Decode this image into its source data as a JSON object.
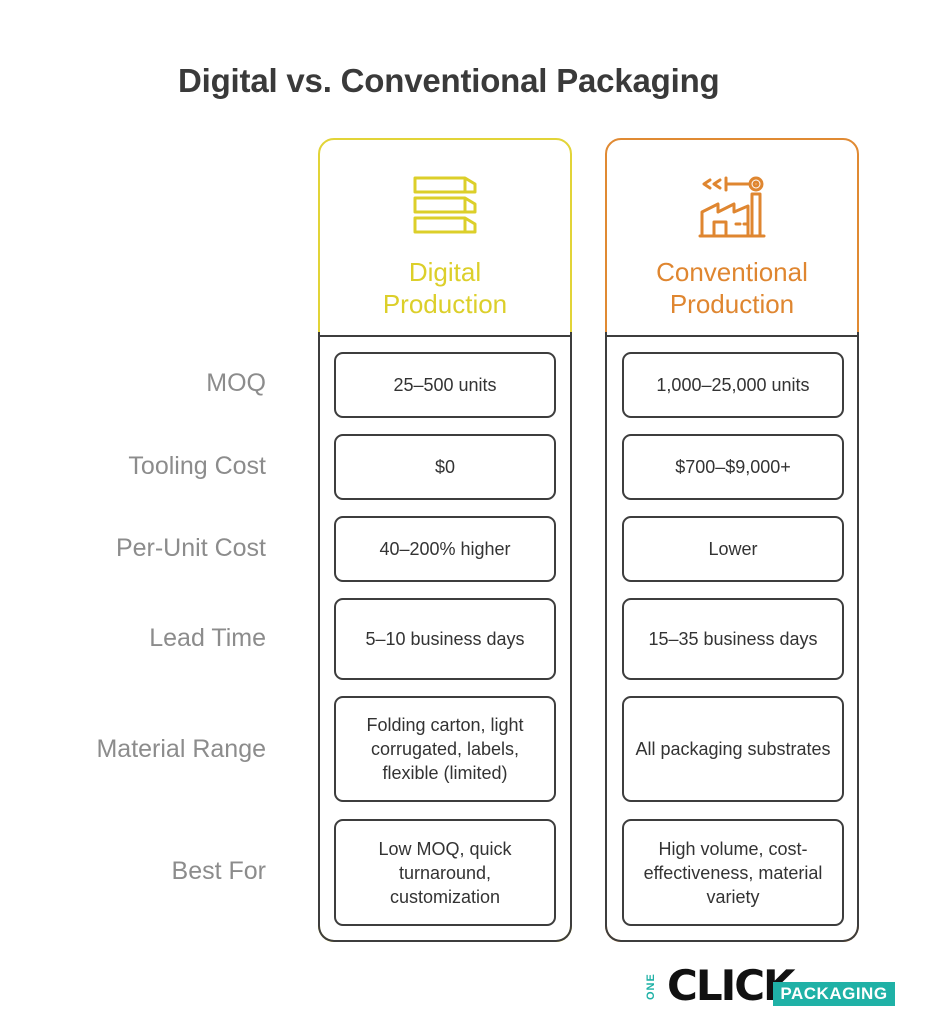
{
  "title": "Digital vs. Conventional Packaging",
  "columns": [
    {
      "line1": "Digital",
      "line2": "Production",
      "color": "#dccf2a",
      "icon": "layers-icon"
    },
    {
      "line1": "Conventional",
      "line2": "Production",
      "color": "#df8630",
      "icon": "factory-icon"
    }
  ],
  "rows": [
    {
      "label": "MOQ",
      "digital": "25–500 units",
      "conventional": "1,000–25,000 units"
    },
    {
      "label": "Tooling Cost",
      "digital": "$0",
      "conventional": "$700–$9,000+"
    },
    {
      "label": "Per-Unit Cost",
      "digital": "40–200% higher",
      "conventional": "Lower"
    },
    {
      "label": "Lead Time",
      "digital": "5–10 business days",
      "conventional": "15–35 business days"
    },
    {
      "label": "Material Range",
      "digital": "Folding carton, light corrugated, labels, flexible (limited)",
      "conventional": "All packaging substrates"
    },
    {
      "label": "Best For",
      "digital": "Low MOQ, quick turnaround, customization",
      "conventional": "High volume, cost-effectiveness, material variety"
    }
  ],
  "logo": {
    "one": "ONE",
    "click": "CLICK",
    "packaging": "PACKAGING",
    "accent": "#1fb1a6"
  }
}
